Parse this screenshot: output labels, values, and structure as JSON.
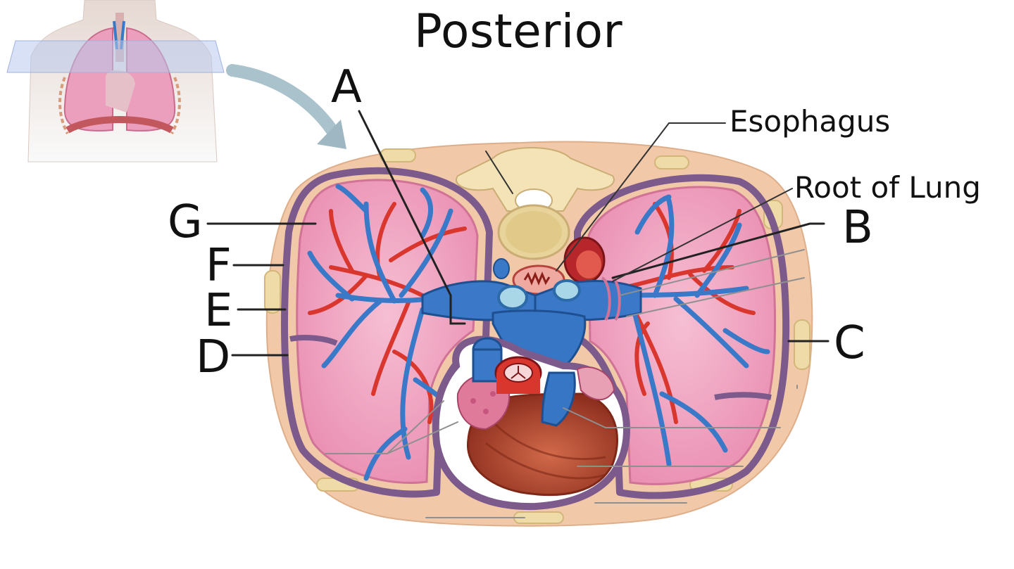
{
  "title": "Posterior",
  "labels": {
    "a": "A",
    "b": "B",
    "c": "C",
    "d": "D",
    "e": "E",
    "f": "F",
    "g": "G",
    "esophagus": "Esophagus",
    "root_of_lung": "Root of Lung"
  },
  "colors": {
    "lung_tissue": "#f2a7c3",
    "vein_blue": "#3a78c8",
    "artery_red": "#d9362e",
    "body_wall": "#f1c9a8",
    "pleura_purple": "#7d5a8c",
    "heart_muscle": "#b9472f",
    "vertebra": "#f3e3b6",
    "leader_line": "#222222"
  }
}
